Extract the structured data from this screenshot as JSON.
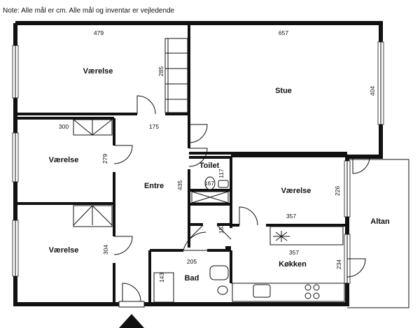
{
  "note": "Note: Alle mål er cm. Alle mål og inventar er vejledende",
  "rooms": {
    "vaerelse_top": "Værelse",
    "stue": "Stue",
    "vaerelse_mid": "Værelse",
    "entre": "Entre",
    "toilet": "Toilet",
    "vaerelse_right": "Værelse",
    "altan": "Altan",
    "vaerelse_bottom": "Værelse",
    "bad": "Bad",
    "kokken": "Køkken"
  },
  "dimensions": {
    "d479": "479",
    "d657": "657",
    "d285": "285",
    "d404": "404",
    "d300": "300",
    "d175": "175",
    "d279": "279",
    "d435": "435",
    "d117": "117",
    "d167": "167",
    "d226": "226",
    "d357a": "357",
    "d153": "153",
    "d304": "304",
    "d357b": "357",
    "d205": "205",
    "d234": "234",
    "d143": "143"
  }
}
